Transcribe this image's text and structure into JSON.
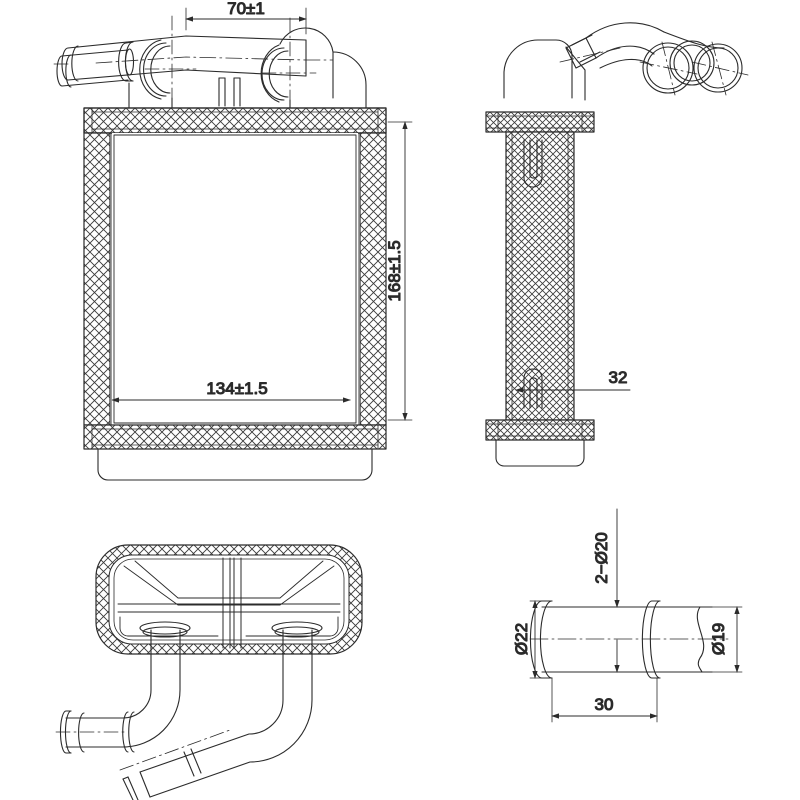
{
  "drawing": {
    "title": "heater-core-technical-drawing",
    "background_color": "#ffffff",
    "line_color": "#2b2b2b",
    "hatch_color": "#3a3a3a",
    "views": [
      {
        "name": "front-view",
        "position": "top-left"
      },
      {
        "name": "side-view",
        "position": "top-right"
      },
      {
        "name": "top-view",
        "position": "bottom-left"
      },
      {
        "name": "pipe-detail-view",
        "position": "bottom-right"
      }
    ]
  },
  "dimensions": {
    "pipe_spacing": "70±1",
    "core_height": "168±1.5",
    "core_width": "134±1.5",
    "core_thickness": "32",
    "pipe_outer_dia": "Ø22",
    "pipe_inner_dia": "Ø19",
    "pipe_count_dia": "2−Ø20",
    "pipe_length": "30"
  }
}
